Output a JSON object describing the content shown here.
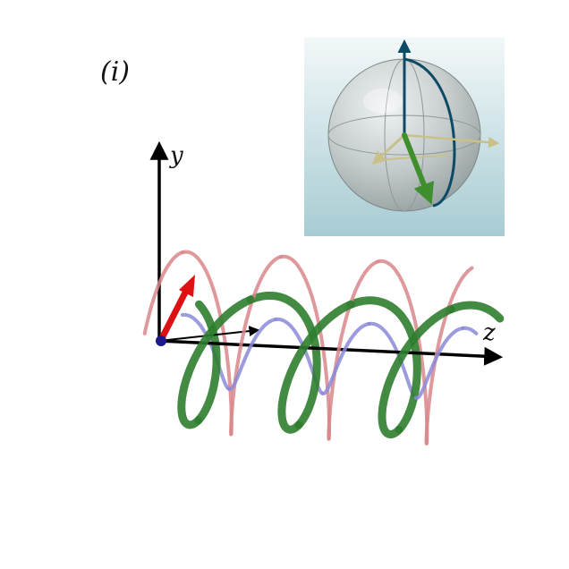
{
  "panel_label": "(i)",
  "axes": {
    "y_label": "y",
    "z_label": "z"
  },
  "helices": [
    {
      "id": "red",
      "color": "#d9868a",
      "opacity": 0.85
    },
    {
      "id": "blue",
      "color": "#8a8ad8",
      "opacity": 0.85
    },
    {
      "id": "green",
      "color": "#2f7d2f",
      "opacity": 0.9
    }
  ],
  "vectors": {
    "red_arrow": "#dd1111",
    "axis_color": "#000000",
    "origin_marker": "#1a1a8a"
  },
  "inset": {
    "description_icon": "bloch-sphere-icon",
    "background_top": "#f3f8f9",
    "background_bottom": "#a7ccd3",
    "sphere_color": "#b8bcbc",
    "meridian_color": "#0d4a66",
    "axis_color": "#c9c08a",
    "state_arrow_color": "#3f8f2f"
  }
}
